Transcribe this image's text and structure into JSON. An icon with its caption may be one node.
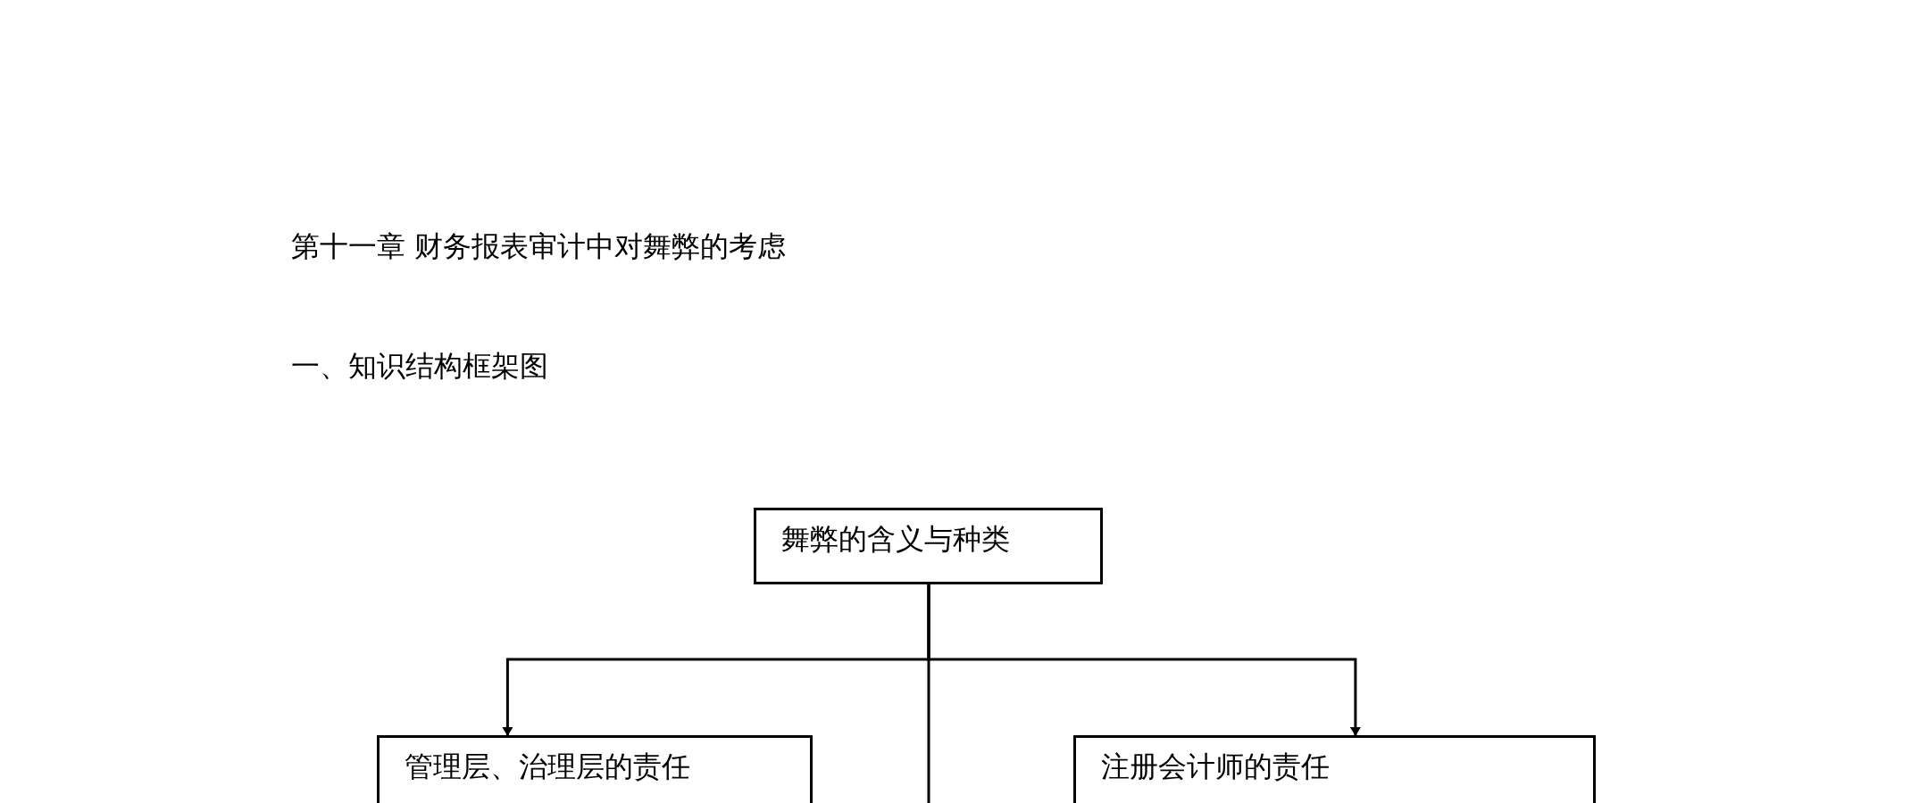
{
  "diagram": {
    "title": "第十一章 财务报表审计中对舞弊的考虑",
    "nodes": [
      {
        "text": [
          "舞弊的含义与种类"
        ]
      },
      {
        "text": [
          "管理层、治理层的责任"
        ]
      },
      {
        "text": [
          "注册会计师的责任"
        ]
      }
    ],
    "edges": [
      {
        "from": 0,
        "to": 1,
        "arrow": "to"
      },
      {
        "from": 0,
        "to": 2,
        "arrow": "to"
      },
      {
        "from": 0,
        "to": null,
        "arrow": "none"
      }
    ],
    "labels": [
      "一、知识结构框架图"
    ]
  }
}
